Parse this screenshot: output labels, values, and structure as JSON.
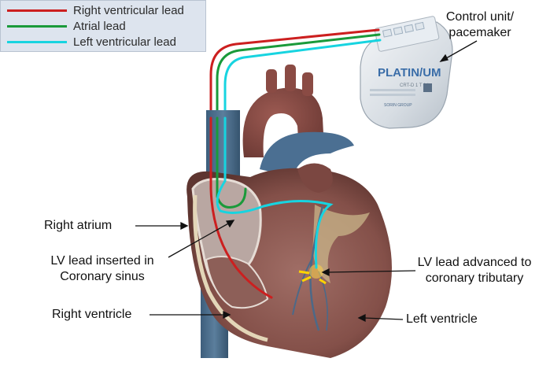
{
  "legend": {
    "items": [
      {
        "label": "Right ventricular lead",
        "color": "#cc1f1f"
      },
      {
        "label": "Atrial lead",
        "color": "#1a9a3a"
      },
      {
        "label": "Left ventricular lead",
        "color": "#17d4e0"
      }
    ]
  },
  "labels": {
    "control_unit_line1": "Control unit/",
    "control_unit_line2": "pacemaker",
    "right_atrium": "Right atrium",
    "lv_inserted_line1": "LV lead inserted in",
    "lv_inserted_line2": "Coronary sinus",
    "lv_advanced_line1": "LV lead advanced to",
    "lv_advanced_line2": "coronary tributary",
    "right_ventricle": "Right ventricle",
    "left_ventricle": "Left ventricle"
  },
  "device": {
    "brand": "PLATIN/UM",
    "model": "CRT-D 1 T 1 I",
    "manufacturer": "SORIN GROUP"
  }
}
